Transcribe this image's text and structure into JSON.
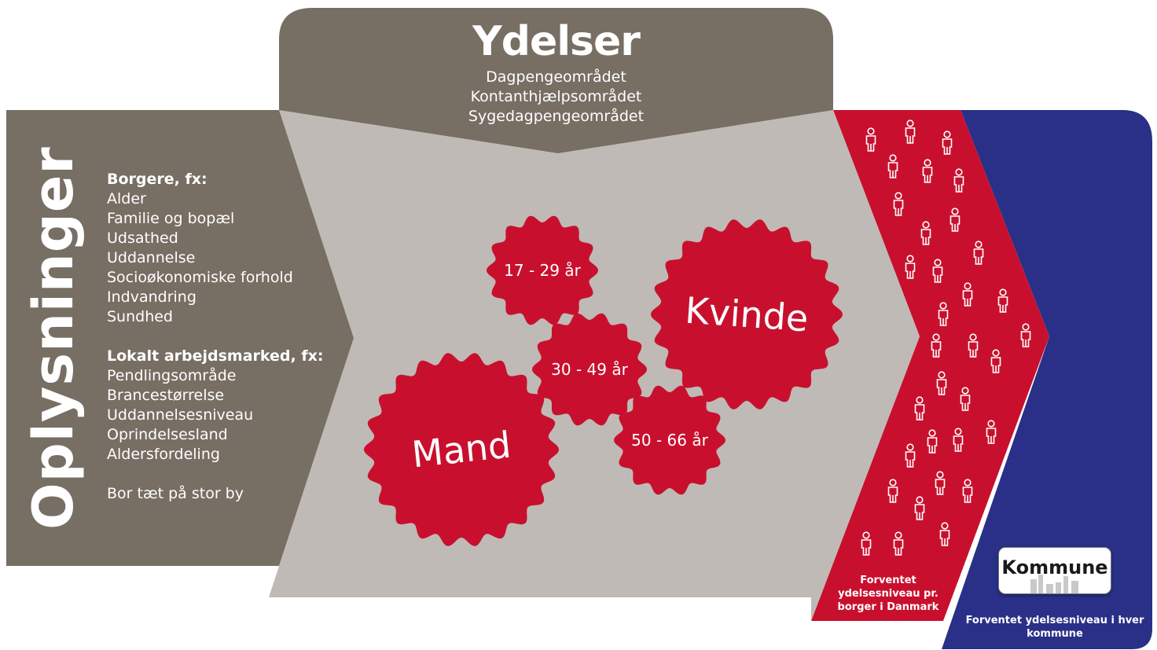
{
  "ydelser": {
    "title": "Ydelser",
    "items": [
      "Dagpengeområdet",
      "Kontanthjælpsområdet",
      "Sygedagpengeområdet"
    ]
  },
  "oplysninger": {
    "title": "Oplysninger",
    "borgere_head": "Borgere, fx:",
    "borgere_items": [
      "Alder",
      "Familie og bopæl",
      "Udsathed",
      "Uddannelse",
      "Socioøkonomiske forhold",
      "Indvandring",
      "Sundhed"
    ],
    "arbejdsmarked_head": "Lokalt arbejdsmarked, fx:",
    "arbejdsmarked_items": [
      "Pendlingsområde",
      "Brancestørrelse",
      "Uddannelsesniveau",
      "Oprindelsesland",
      "Aldersfordeling"
    ],
    "extra": "Bor tæt på stor by"
  },
  "gears": {
    "age1": "17 - 29 år",
    "age2": "30 - 49 år",
    "age3": "50 - 66 år",
    "female": "Kvinde",
    "male": "Mand"
  },
  "red_band": {
    "caption": "Forventet ydelsesniveau pr. borger i Danmark"
  },
  "blue_band": {
    "caption": "Forventet ydelsesniveau i hver kommune",
    "box_label": "Kommune"
  },
  "colors": {
    "taupe": "#776e64",
    "light_gray": "#bfbab5",
    "red": "#c8102e",
    "navy": "#2a3087",
    "white": "#ffffff"
  },
  "icons": {
    "person": "person-icon"
  }
}
